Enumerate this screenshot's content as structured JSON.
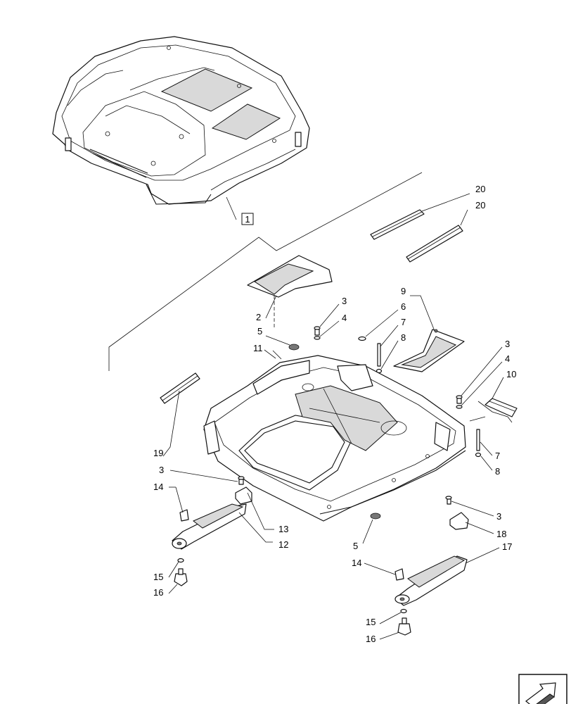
{
  "callouts": {
    "ref_box": "1",
    "c20a": "20",
    "c20b": "20",
    "c2": "2",
    "c5a": "5",
    "c11": "11",
    "c3a": "3",
    "c4a": "4",
    "c6": "6",
    "c7a": "7",
    "c8a": "8",
    "c9": "9",
    "c3b": "3",
    "c4b": "4",
    "c10": "10",
    "c7b": "7",
    "c8b": "8",
    "c19": "19",
    "c3c": "3",
    "c14a": "14",
    "c13": "13",
    "c12": "12",
    "c15a": "15",
    "c16a": "16",
    "c5b": "5",
    "c3d": "3",
    "c18": "18",
    "c17": "17",
    "c14b": "14",
    "c15b": "15",
    "c16b": "16"
  },
  "icons": {
    "nav": "next-page-arrow-icon"
  }
}
